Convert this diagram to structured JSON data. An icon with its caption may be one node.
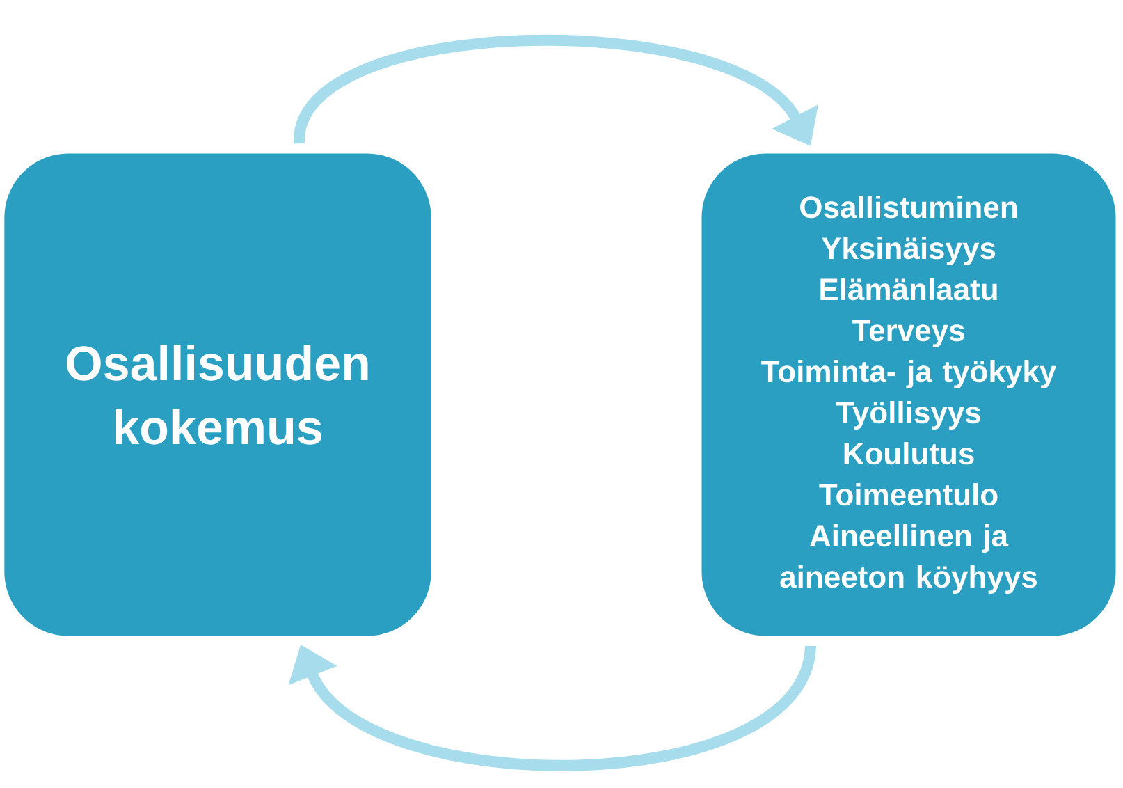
{
  "diagram": {
    "nodes": [
      {
        "text": [
          "Osallisuuden kokemus"
        ]
      },
      {
        "text": [
          "Osallistuminen",
          "Yksinäisyys",
          "Elämänlaatu",
          "Terveys",
          "Toiminta- ja työkyky",
          "Työllisyys",
          "Koulutus",
          "Toimeentulo",
          "Aineellinen ja aineeton köyhyys"
        ]
      }
    ],
    "edges": [
      {
        "from": 0,
        "to": 1,
        "arrow": "to"
      },
      {
        "from": 1,
        "to": 0,
        "arrow": "to"
      }
    ]
  }
}
